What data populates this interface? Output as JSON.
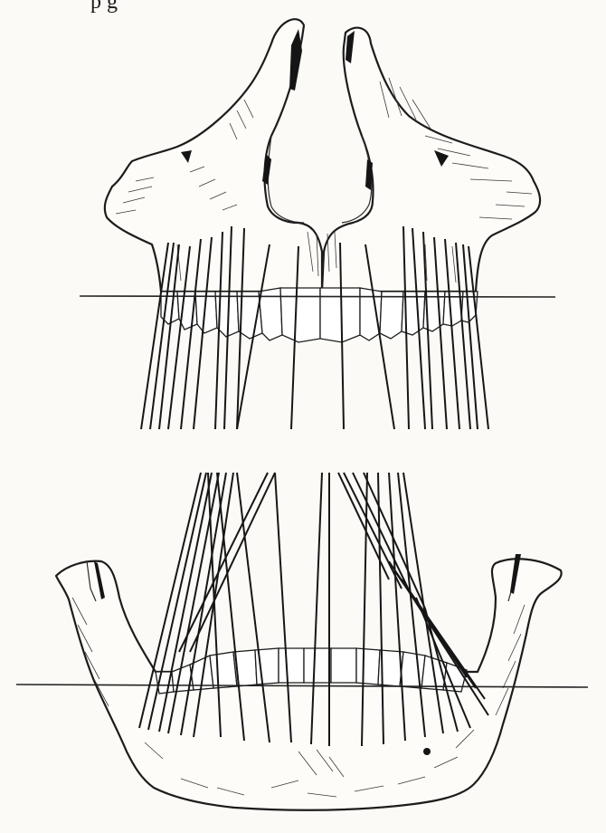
{
  "caption_fragment": "p        g",
  "figure": {
    "upper_part": "maxilla",
    "lower_part": "mandible",
    "upper_teeth_count": 14,
    "lower_teeth_count": 14
  },
  "colors": {
    "ink": "#1c1c1c",
    "paper": "#fbfaf6"
  }
}
